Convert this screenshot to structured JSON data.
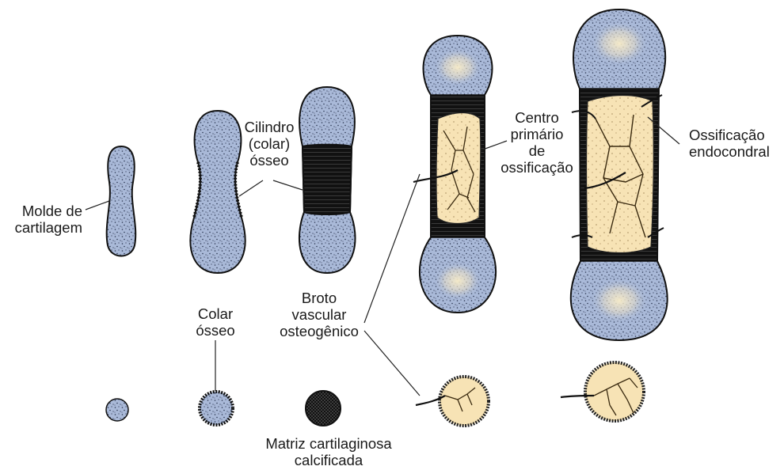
{
  "labels": {
    "molde": {
      "line1": "Molde de",
      "line2": "cartilagem"
    },
    "cilindro": {
      "line1": "Cilindro",
      "line2": "(colar)",
      "line3": "ósseo"
    },
    "centro": {
      "line1": "Centro",
      "line2": "primário",
      "line3": "de",
      "line4": "ossificação"
    },
    "ossificacao": {
      "line1": "Ossificação",
      "line2": "endocondral"
    },
    "broto": {
      "line1": "Broto",
      "line2": "vascular",
      "line3": "osteogênico"
    },
    "colar": {
      "line1": "Colar",
      "line2": "ósseo"
    },
    "matriz": {
      "line1": "Matriz cartilaginosa",
      "line2": "calcificada"
    }
  },
  "colors": {
    "cartilage": "#a9b9d8",
    "bone_marrow": "#f7e3b5",
    "calcified": "#111111",
    "outline": "#111111"
  }
}
